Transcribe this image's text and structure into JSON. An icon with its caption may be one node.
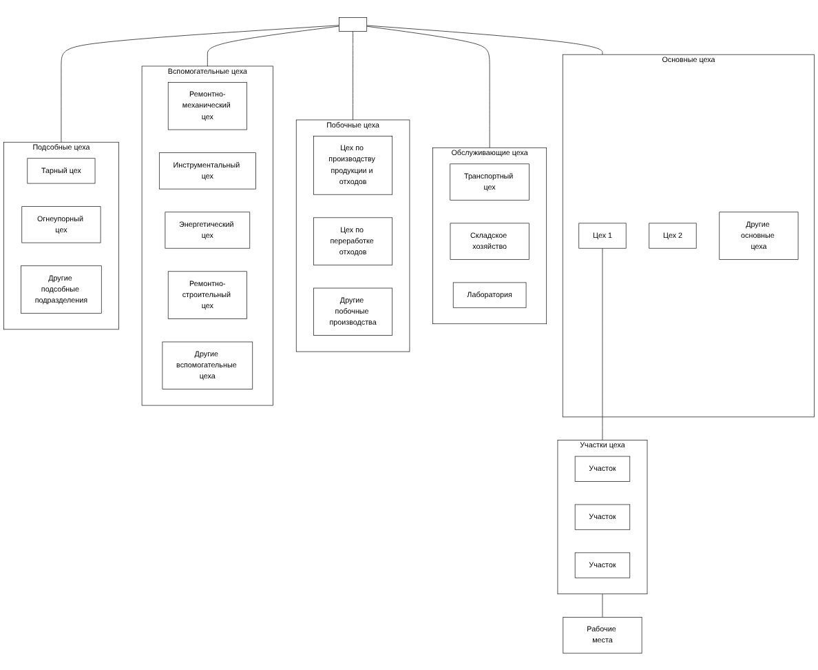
{
  "diagram": {
    "nodes": [
      {
        "text": [],
        "shape": "box"
      },
      {
        "text": [
          "Основные цеха"
        ]
      },
      {
        "text": [
          "Цех 1"
        ],
        "in": 1
      },
      {
        "text": [
          "Цех 2"
        ],
        "in": 1
      },
      {
        "text": [
          "Другие основные цеха"
        ],
        "in": 1
      },
      {
        "text": [
          "Обслуживающие цеха"
        ]
      },
      {
        "text": [
          "Транспортный цех"
        ],
        "in": 5
      },
      {
        "text": [
          "Складское хозяйство"
        ],
        "in": 5
      },
      {
        "text": [
          "Лаборатория"
        ],
        "in": 5
      },
      {
        "text": [
          "Побочные цеха"
        ]
      },
      {
        "text": [
          "Цех по производству продукции и отходов"
        ],
        "in": 9
      },
      {
        "text": [
          "Цех по переработке отходов"
        ],
        "in": 9
      },
      {
        "text": [
          "Другие побочные производства"
        ],
        "in": 9
      },
      {
        "text": [
          "Участки цеха"
        ]
      },
      {
        "text": [
          "Участок"
        ],
        "in": 13
      },
      {
        "text": [
          "Участок"
        ],
        "in": 13
      },
      {
        "text": [
          "Участок"
        ],
        "in": 13
      },
      {
        "text": [
          "Вспомогательные цеха"
        ]
      },
      {
        "text": [
          "Ремонтно-механический цех"
        ],
        "in": 17
      },
      {
        "text": [
          "Инструментальный цех"
        ],
        "in": 17
      },
      {
        "text": [
          "Энергетический цех"
        ],
        "in": 17
      },
      {
        "text": [
          "Ремонтно-строительный цех"
        ],
        "in": 17
      },
      {
        "text": [
          "Другие вспомогательные цеха"
        ],
        "in": 17
      },
      {
        "text": [
          "Подсобные цеха"
        ]
      },
      {
        "text": [
          "Тарный цех"
        ],
        "in": 23
      },
      {
        "text": [
          "Огнеупорный цех"
        ],
        "in": 23
      },
      {
        "text": [
          "Другие подсобные подразделения"
        ],
        "in": 23
      },
      {
        "text": [
          "Рабочие места"
        ]
      }
    ],
    "edges": [
      {
        "from": 0,
        "to": 1,
        "arrow": "none"
      },
      {
        "from": 0,
        "to": 5,
        "arrow": "none"
      },
      {
        "from": 0,
        "to": 9,
        "arrow": "none"
      },
      {
        "from": 0,
        "to": 17,
        "arrow": "none"
      },
      {
        "from": 0,
        "to": 23,
        "arrow": "none"
      },
      {
        "from": 2,
        "to": 13,
        "arrow": "none"
      },
      {
        "from": 13,
        "to": 27,
        "arrow": "none"
      }
    ]
  }
}
